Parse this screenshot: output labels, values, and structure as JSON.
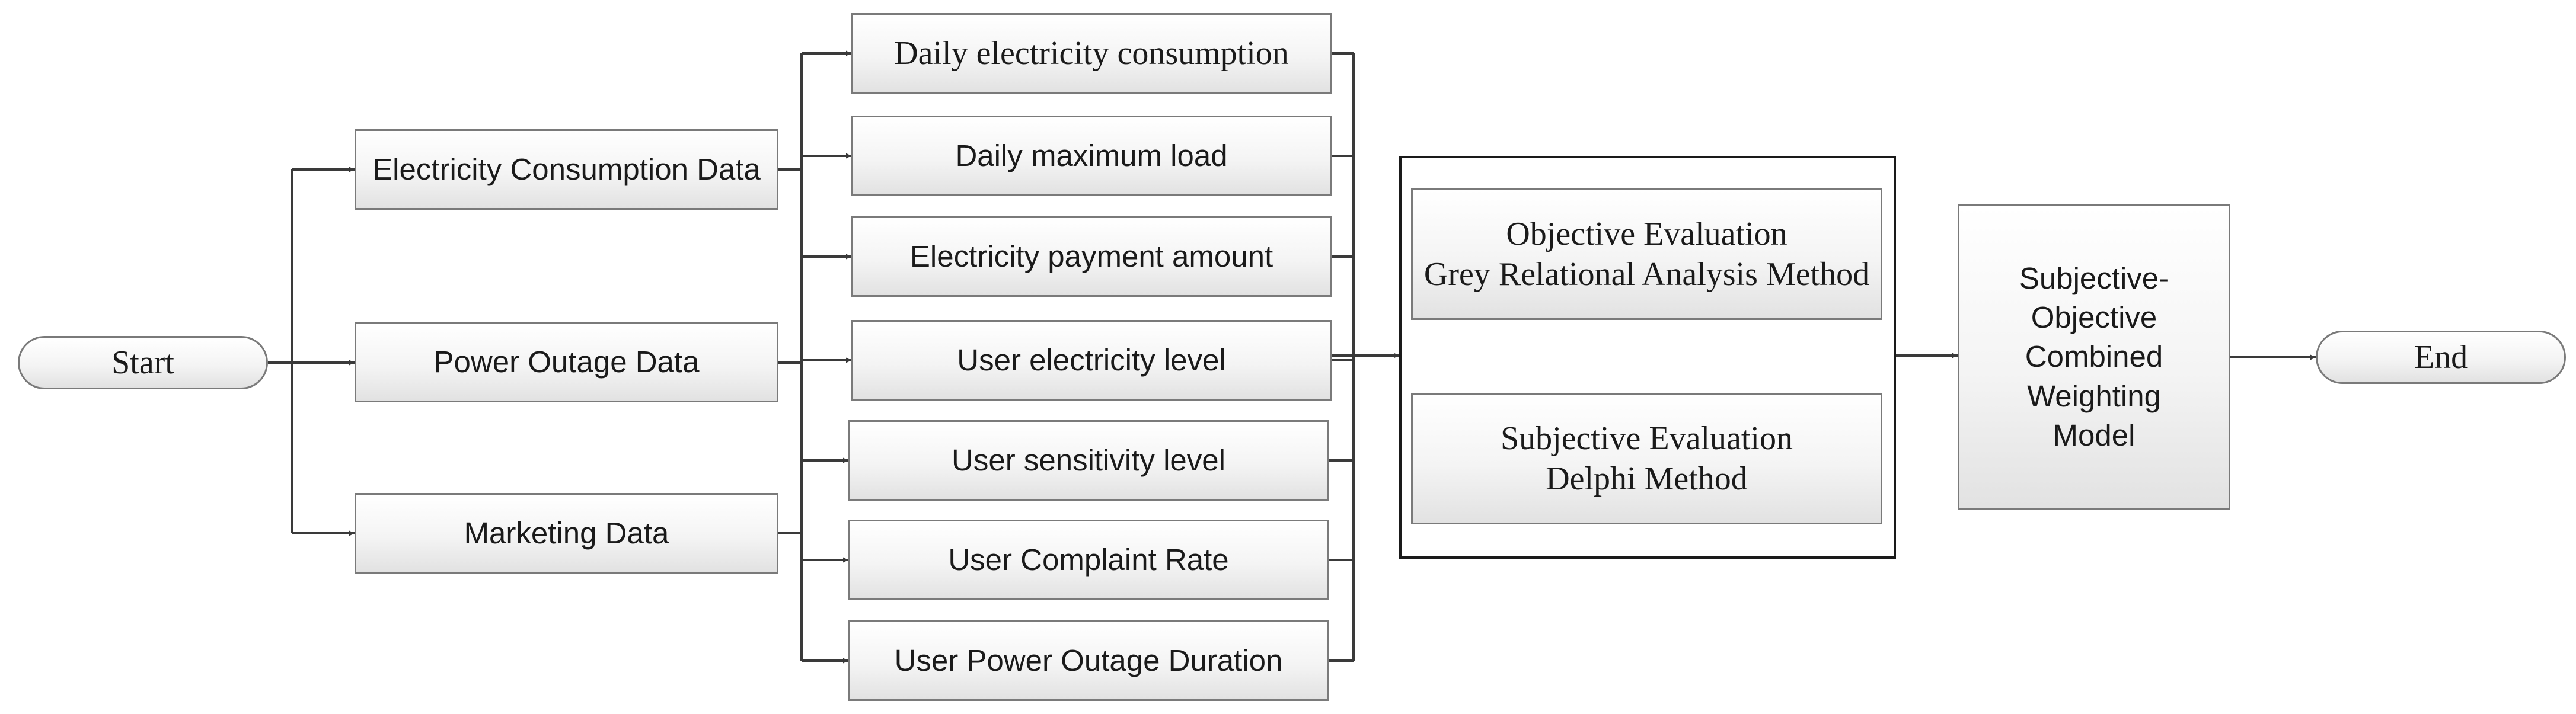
{
  "diagram": {
    "start": "Start",
    "end": "End",
    "sources": [
      "Electricity Consumption Data",
      "Power Outage Data",
      "Marketing Data"
    ],
    "indicators": [
      "Daily electricity consumption",
      "Daily maximum load",
      "Electricity payment amount",
      "User electricity level",
      "User sensitivity level",
      "User Complaint Rate",
      "User Power Outage Duration"
    ],
    "objective": {
      "line1": "Objective Evaluation",
      "line2": "Grey Relational Analysis Method"
    },
    "subjective": {
      "line1": "Subjective Evaluation",
      "line2": "Delphi Method"
    },
    "combined": {
      "line1": "Subjective-Objective",
      "line2": "Combined Weighting",
      "line3": "Model"
    }
  },
  "colors": {
    "line": "#3a3a3a",
    "border": "#7a7a7a",
    "container_border": "#1a1a1a"
  }
}
